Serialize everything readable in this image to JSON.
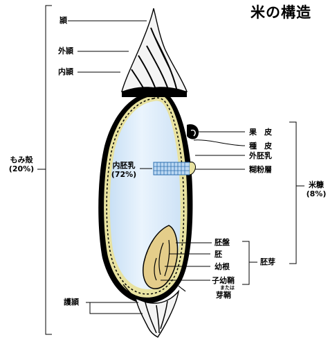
{
  "title": "米の構造",
  "labels": {
    "awn": "頴",
    "lemma": "外頴",
    "palea": "内頴",
    "husk_line1": "もみ殻",
    "husk_line2": "(20%)",
    "endosperm_line1": "内胚乳",
    "endosperm_line2": "(72%)",
    "pericarp": "果　皮",
    "seed_coat": "種　皮",
    "perisperm": "外胚乳",
    "aleurone": "糊粉層",
    "bran_line1": "米糠",
    "bran_line2": "(8%)",
    "scutellum": "胚盤",
    "embryo": "胚",
    "radicle": "幼根",
    "coleoptile": "子幼鞘",
    "or_text": "または",
    "coleoptile_alt": "芽鞘",
    "germ": "胚芽",
    "glume": "護頴"
  },
  "colors": {
    "endosperm_fill": "#d7eafa",
    "hull": "#000000",
    "aleurone_dots": "#e8e2a0",
    "embryo_fill": "#e4cd8a",
    "cells": "#4a8fd0"
  }
}
